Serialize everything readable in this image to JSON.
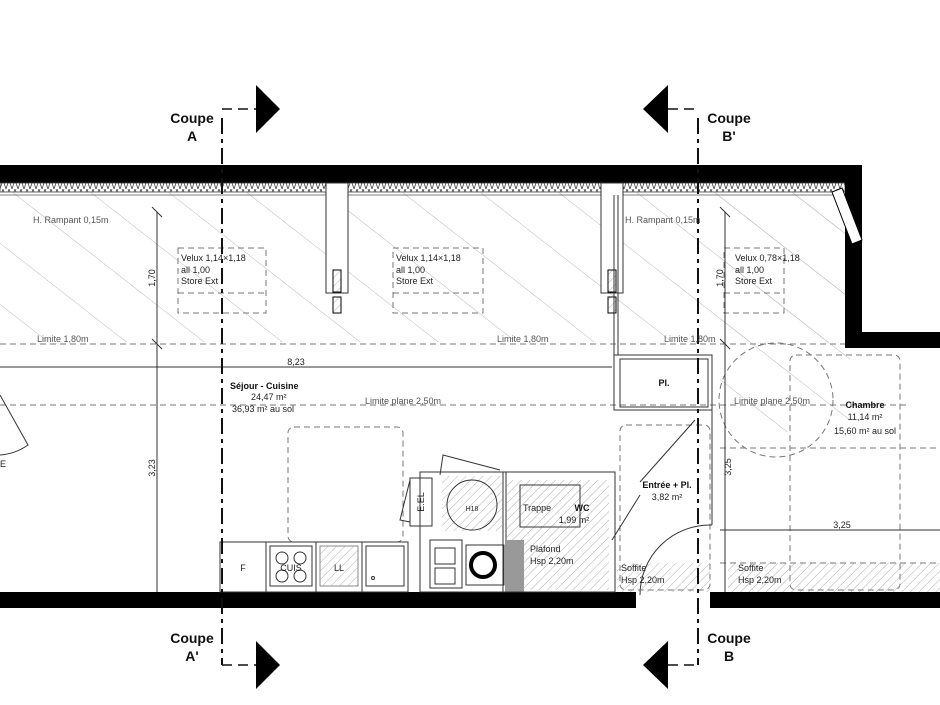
{
  "sections": {
    "a_top": {
      "label": "Coupe",
      "letter": "A"
    },
    "b_top": {
      "label": "Coupe",
      "letter": "B'"
    },
    "a_bottom": {
      "label": "Coupe",
      "letter": "A'"
    },
    "b_bottom": {
      "label": "Coupe",
      "letter": "B"
    }
  },
  "annotations": {
    "rampant_left": "H. Rampant 0,15m",
    "rampant_right": "H. Rampant 0,15m",
    "limite_1": "Limite 1,80m",
    "limite_2": "Limite 1,80m",
    "limite_3": "Limite 1,80m",
    "limite_plane_1": "Limite plane 2,50m",
    "limite_plane_2": "Limite plane 2,50m"
  },
  "windows": [
    {
      "line1": "Velux 1,14×1,18",
      "line2": "all 1,00",
      "line3": "Store Ext"
    },
    {
      "line1": "Velux 1,14×1,18",
      "line2": "all 1,00",
      "line3": "Store Ext"
    },
    {
      "line1": "Velux 0,78×1,18",
      "line2": "all 1,00",
      "line3": "Store Ext"
    }
  ],
  "dimensions": {
    "d_170_left": "1,70",
    "d_170_right": "1,70",
    "d_823": "8,23",
    "d_323": "3,23",
    "d_325_v": "3,25",
    "d_325_h": "3,25"
  },
  "rooms": {
    "sejour": {
      "name": "Séjour - Cuisine",
      "area": "24,47 m²",
      "floor_area": "36,93 m² au sol"
    },
    "chambre": {
      "name": "Chambre",
      "area": "11,14 m²",
      "floor_area": "15,60 m² au sol"
    },
    "entree": {
      "name": "Entrée + Pl.",
      "area": "3,82 m²"
    },
    "wc": {
      "name": "WC",
      "area": "1,99 m²"
    },
    "placard": {
      "name": "Pl."
    }
  },
  "labels": {
    "trappe": "Trappe",
    "plafond_1": "Plafond",
    "plafond_2": "Hsp 2,20m",
    "soffite_1a": "Soffite",
    "soffite_1b": "Hsp 2,20m",
    "soffite_2a": "Soffite",
    "soffite_2b": "Hsp 2,20m",
    "h18": "H18",
    "eel": "E.EL",
    "fridge": "F",
    "cooktop": "CUIS",
    "dishwasher": "LL",
    "left_edge": "E"
  }
}
